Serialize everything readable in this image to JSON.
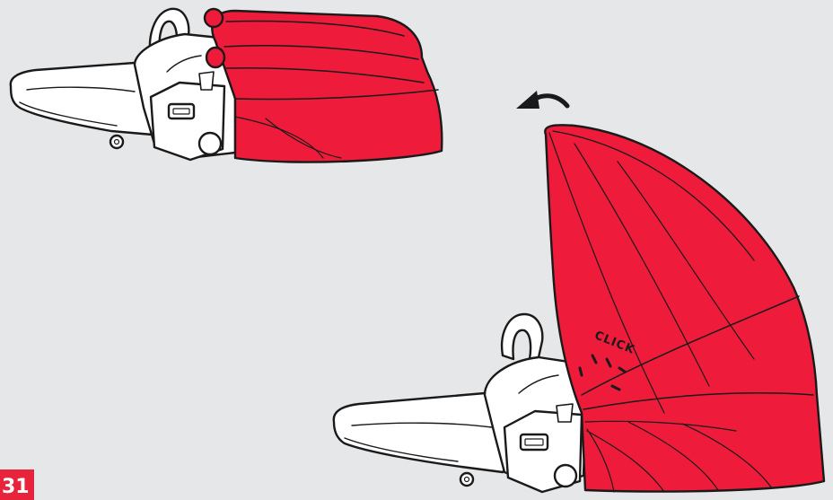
{
  "step": {
    "number": "31"
  },
  "annotation": {
    "click_text": "CLICK"
  },
  "colors": {
    "background": "#e6e7e9",
    "canopy": "#ee1b3a",
    "frame": "#ffffff",
    "outline": "#1a1a1a",
    "badge": "#e8243c"
  },
  "icons": [
    "rotate-arrow-icon",
    "click-tick-marks"
  ]
}
